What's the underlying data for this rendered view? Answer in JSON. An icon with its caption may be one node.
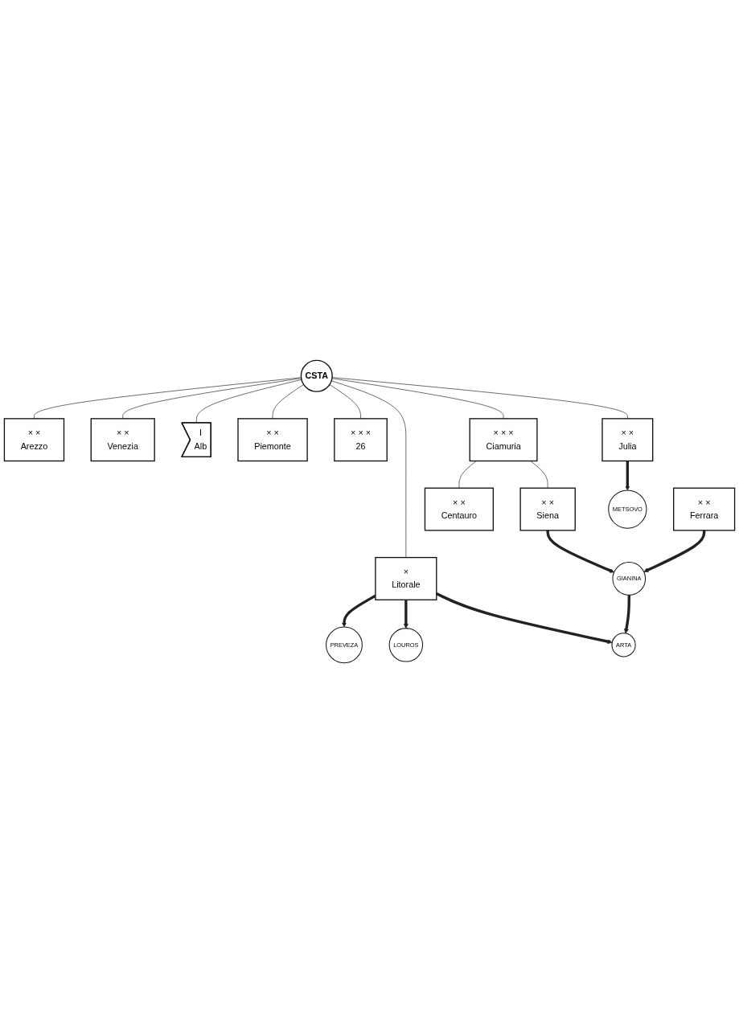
{
  "diagram": {
    "nodes": [
      {
        "text": [
          "× ×",
          "Arezzo"
        ]
      },
      {
        "text": [
          "× ×",
          "Venezia"
        ]
      },
      {
        "text": [
          "I",
          "Alb"
        ]
      },
      {
        "text": [
          "× ×",
          "Piemonte"
        ]
      },
      {
        "text": [
          "CSTA"
        ]
      },
      {
        "text": [
          "× × ×",
          "26"
        ]
      },
      {
        "text": [
          "×",
          "Litorale"
        ]
      },
      {
        "text": [
          "× × ×",
          "Ciamuria"
        ]
      },
      {
        "text": [
          "× ×",
          "Julia"
        ]
      },
      {
        "text": [
          "× ×",
          "Siena"
        ]
      },
      {
        "text": [
          "× ×",
          "Centauro"
        ]
      },
      {
        "text": [
          "× ×",
          "Ferrara"
        ]
      },
      {
        "text": [
          "METSOVO"
        ]
      },
      {
        "text": [
          "GIANINA"
        ]
      },
      {
        "text": [
          "ARTA"
        ]
      },
      {
        "text": [
          "LOUROS"
        ]
      },
      {
        "text": [
          "PREVEZA"
        ]
      }
    ],
    "edges": [
      {
        "from": 4,
        "to": 0,
        "arrow": "none"
      },
      {
        "from": 4,
        "to": 1,
        "arrow": "none"
      },
      {
        "from": 4,
        "to": 2,
        "arrow": "none"
      },
      {
        "from": 4,
        "to": 3,
        "arrow": "none"
      },
      {
        "from": 4,
        "to": 5,
        "arrow": "none"
      },
      {
        "from": 4,
        "to": 6,
        "arrow": "none"
      },
      {
        "from": 4,
        "to": 7,
        "arrow": "none"
      },
      {
        "from": 4,
        "to": 8,
        "arrow": "none"
      },
      {
        "from": 7,
        "to": 9,
        "arrow": "none"
      },
      {
        "from": 7,
        "to": 10,
        "arrow": "none"
      },
      {
        "from": 6,
        "to": 16,
        "arrow": "to",
        "style": "thick"
      },
      {
        "from": 6,
        "to": 15,
        "arrow": "to",
        "style": "thick"
      },
      {
        "from": 6,
        "to": 14,
        "arrow": "to",
        "style": "thick"
      },
      {
        "from": 9,
        "to": 13,
        "arrow": "to",
        "style": "thick"
      },
      {
        "from": 11,
        "to": 13,
        "arrow": "to",
        "style": "thick"
      },
      {
        "from": 13,
        "to": 14,
        "arrow": "to",
        "style": "thick"
      },
      {
        "from": 8,
        "to": 12,
        "arrow": "to",
        "style": "thick"
      }
    ]
  }
}
